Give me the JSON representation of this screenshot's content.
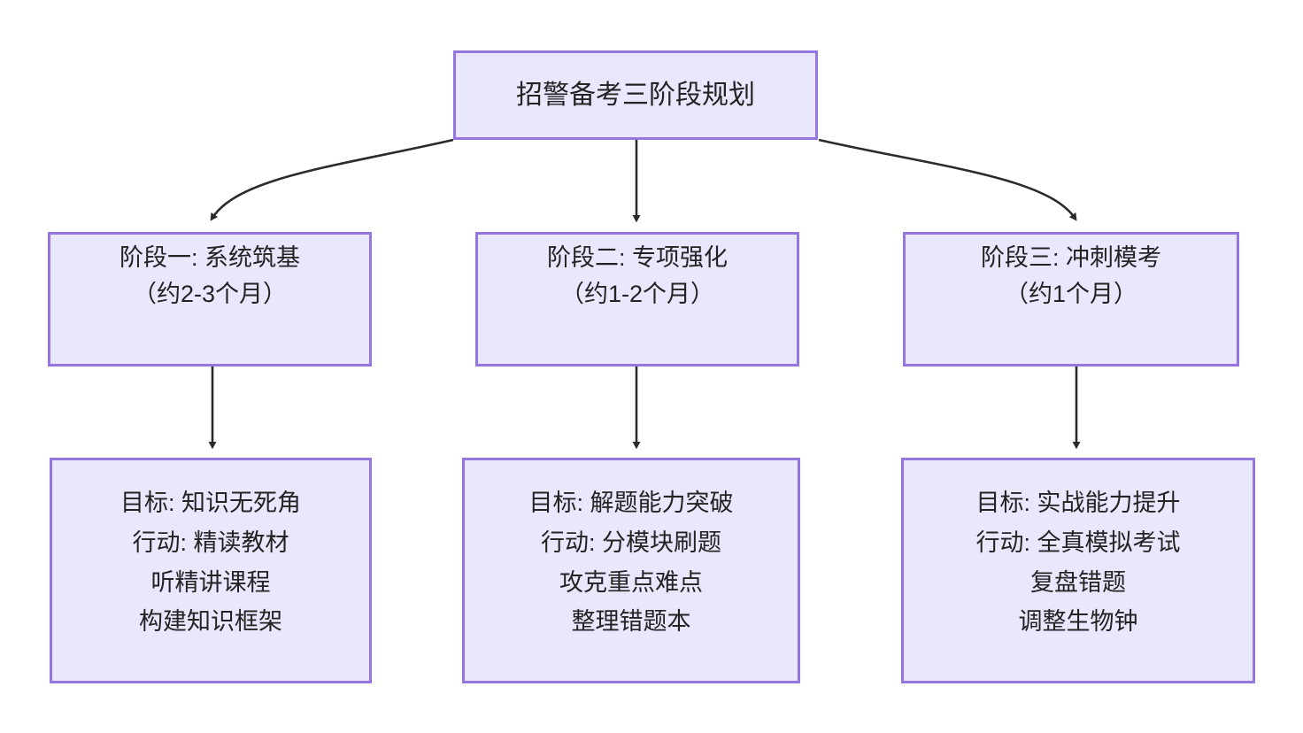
{
  "diagram": {
    "title_node": {
      "id": "root",
      "lines": [
        "招警备考三阶段规划"
      ]
    },
    "stage_nodes": [
      {
        "id": "stage-1",
        "lines": [
          "阶段一: 系统筑基",
          "（约2-3个月）"
        ]
      },
      {
        "id": "stage-2",
        "lines": [
          "阶段二: 专项强化",
          "（约1-2个月）"
        ]
      },
      {
        "id": "stage-3",
        "lines": [
          "阶段三: 冲刺模考",
          "（约1个月）"
        ]
      }
    ],
    "detail_nodes": [
      {
        "id": "detail-1",
        "lines": [
          "目标: 知识无死角",
          "行动: 精读教材",
          "听精讲课程",
          "构建知识框架"
        ]
      },
      {
        "id": "detail-2",
        "lines": [
          "目标: 解题能力突破",
          "行动: 分模块刷题",
          "攻克重点难点",
          "整理错题本"
        ]
      },
      {
        "id": "detail-3",
        "lines": [
          "目标: 实战能力提升",
          "行动: 全真模拟考试",
          "复盘错题",
          "调整生物钟"
        ]
      }
    ],
    "edges": [
      {
        "id": "edge-root-to-stage-1",
        "from": "root",
        "to": "stage-1",
        "style": "curved",
        "arrow": "down"
      },
      {
        "id": "edge-root-to-stage-2",
        "from": "root",
        "to": "stage-2",
        "style": "straight",
        "arrow": "down"
      },
      {
        "id": "edge-root-to-stage-3",
        "from": "root",
        "to": "stage-3",
        "style": "curved",
        "arrow": "down"
      },
      {
        "id": "edge-stage-1-to-detail-1",
        "from": "stage-1",
        "to": "detail-1",
        "style": "straight",
        "arrow": "down"
      },
      {
        "id": "edge-stage-2-to-detail-2",
        "from": "stage-2",
        "to": "detail-2",
        "style": "straight",
        "arrow": "down"
      },
      {
        "id": "edge-stage-3-to-detail-3",
        "from": "stage-3",
        "to": "detail-3",
        "style": "straight",
        "arrow": "down"
      }
    ],
    "colors": {
      "node_fill": "#e9e7fc",
      "node_border": "#9575e0",
      "node_text": "#232323",
      "edge": "#2b2b2b",
      "background": "#ffffff"
    }
  }
}
